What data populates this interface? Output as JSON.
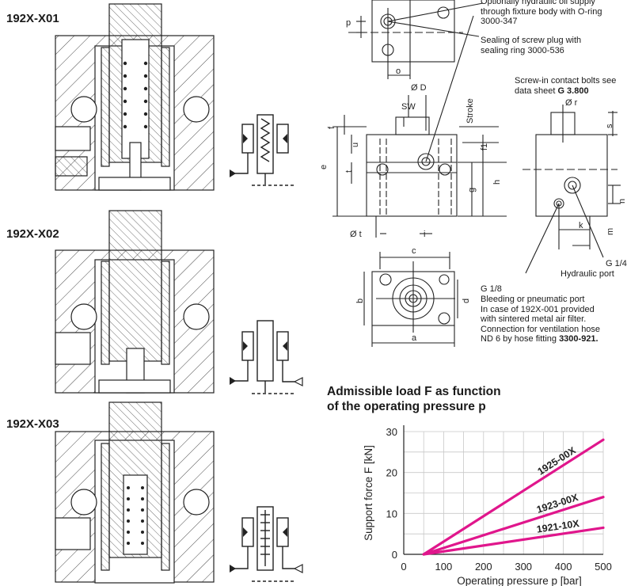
{
  "models": [
    {
      "label": "192X-X01"
    },
    {
      "label": "192X-X02"
    },
    {
      "label": "192X-X03"
    }
  ],
  "dims": {
    "p": "p",
    "o": "o",
    "oD": "Ø D",
    "sw": "SW",
    "stroke": "Stroke",
    "f": "f",
    "u": "u",
    "e": "e",
    "t": "t",
    "g": "g",
    "h": "h",
    "f1": "f1",
    "ot": "Ø t",
    "i": "i",
    "c": "c",
    "b": "b",
    "d": "d",
    "a": "a",
    "or": "Ø r",
    "s": "s",
    "n": "n",
    "k": "k",
    "m": "m"
  },
  "notes": {
    "oil_supply": [
      "Optionally hydraulic oil supply",
      "through fixture body with O-ring",
      "3000-347"
    ],
    "sealing": [
      "Sealing of screw plug with",
      "sealing ring 3000-536"
    ],
    "contact_bolts_line1": "Screw-in contact bolts see",
    "contact_bolts_prefix": "data sheet",
    "contact_bolts_ref": "G 3.800",
    "hydraulic_port_thread": "G 1/4",
    "hydraulic_port": "Hydraulic port",
    "bleed_thread": "G 1/8",
    "bleed_lines": [
      "Bleeding or pneumatic port",
      "In case of 192X-001 provided",
      "with sintered metal air filter.",
      "Connection for ventilation hose"
    ],
    "bleed_last_prefix": "ND 6 by hose fitting",
    "bleed_last_ref": "3300-921."
  },
  "chart_heading": [
    "Admissible load F as function",
    "of the operating pressure p"
  ],
  "chart_data": {
    "type": "line",
    "xlabel": "Operating pressure p [bar]",
    "ylabel": "Support force F [kN]",
    "xlim": [
      0,
      500
    ],
    "ylim": [
      0,
      30
    ],
    "xticks": [
      0,
      100,
      200,
      300,
      400,
      500
    ],
    "yticks": [
      0,
      10,
      20,
      30
    ],
    "grid": true,
    "series_color": "#e0168c",
    "series": [
      {
        "name": "1925-00X",
        "x": [
          50,
          500
        ],
        "y": [
          0,
          28
        ]
      },
      {
        "name": "1923-00X",
        "x": [
          50,
          500
        ],
        "y": [
          0,
          14
        ]
      },
      {
        "name": "1921-10X",
        "x": [
          50,
          500
        ],
        "y": [
          0,
          6.5
        ]
      }
    ]
  }
}
